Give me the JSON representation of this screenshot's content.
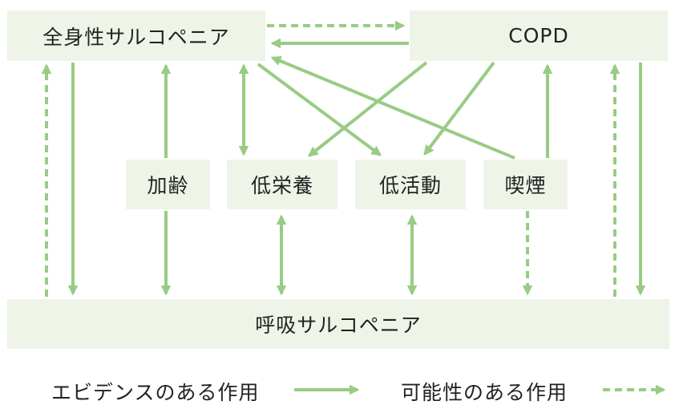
{
  "boxes": {
    "zenshin": "全身性サルコペニア",
    "copd": "COPD",
    "karei": "加齢",
    "teiei": "低栄養",
    "teikatsu": "低活動",
    "kitsuen": "喫煙",
    "kokyu": "呼吸サルコペニア"
  },
  "legend": {
    "evidence": "エビデンスのある作用",
    "possible": "可能性のある作用"
  },
  "colors": {
    "box_fill": "#eef5e8",
    "arrow": "#98cc84"
  }
}
